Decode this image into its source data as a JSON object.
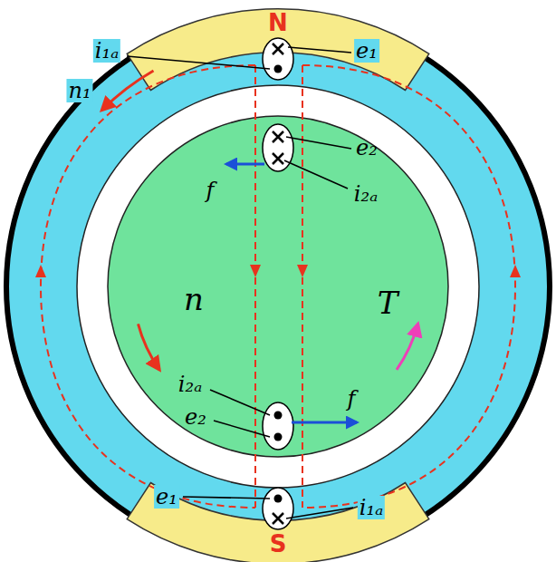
{
  "diagram": {
    "labels": [
      "N",
      "S",
      "i₁ₐ",
      "e₁",
      "n₁",
      "f",
      "e₂",
      "i₂ₐ",
      "n",
      "T",
      "i₂ₐ",
      "e₂",
      "f",
      "e₁",
      "i₁ₐ"
    ]
  }
}
